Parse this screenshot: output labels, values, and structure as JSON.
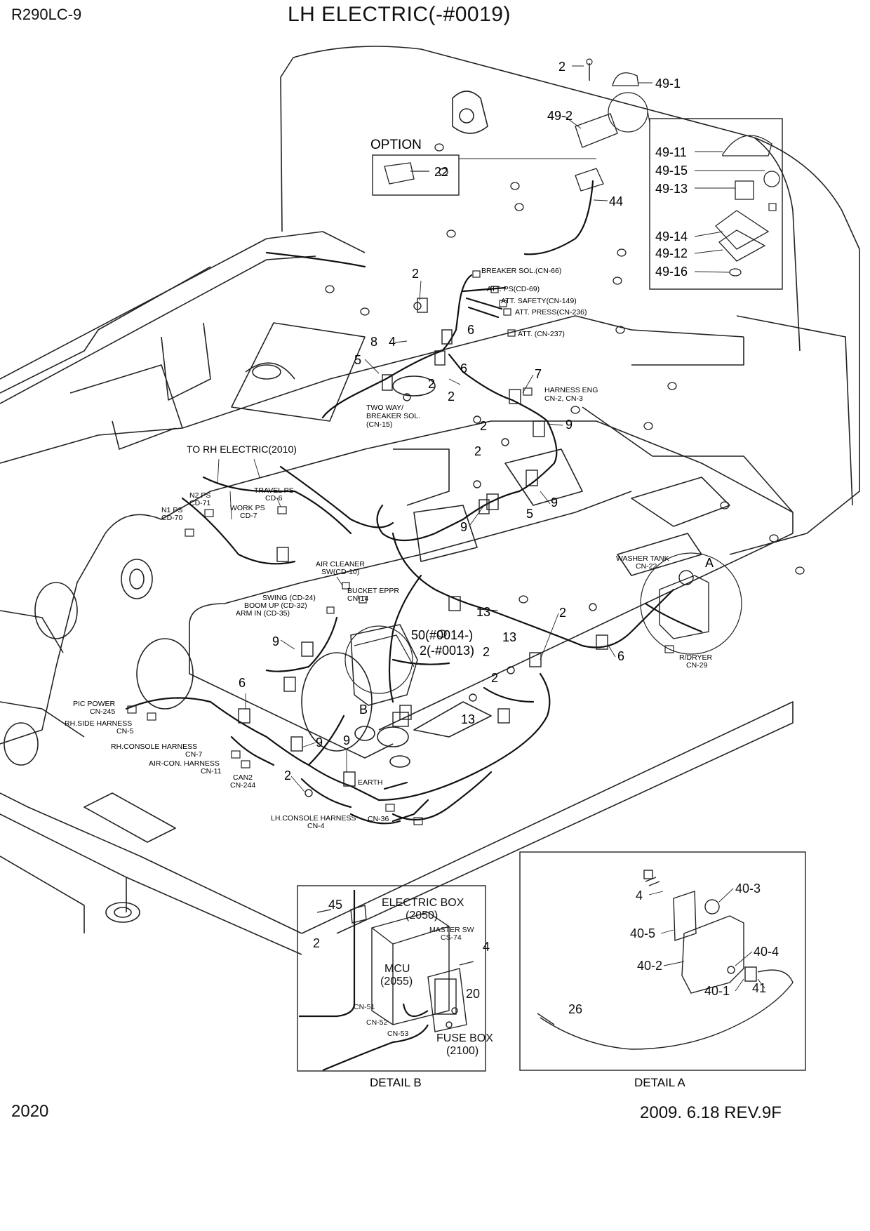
{
  "header": {
    "model": "R290LC-9",
    "title": "LH ELECTRIC(-#0019)"
  },
  "footer": {
    "page_number": "2020",
    "revision": "2009. 6.18  REV.9F"
  },
  "option_box": {
    "label": "OPTION",
    "part": "22"
  },
  "beacon_detail_parts": [
    "49-11",
    "49-15",
    "49-13",
    "49-14",
    "49-12",
    "49-16"
  ],
  "callouts": {
    "beacon_top": [
      "2",
      "49-1",
      "49-2",
      "44"
    ],
    "main": [
      "2",
      "8",
      "4",
      "5",
      "6",
      "6",
      "7",
      "2",
      "2",
      "9",
      "2",
      "2",
      "5",
      "9",
      "9",
      "13",
      "13",
      "2",
      "6",
      "2",
      "2",
      "13",
      "9",
      "6",
      "9",
      "9",
      "2",
      "B",
      "A"
    ],
    "version_note_1": "50(#0014-)",
    "version_note_2": "2(-#0013)"
  },
  "connectors": {
    "breaker_sol": "BREAKER SOL.(CN-66)",
    "att_ps": "ATT. PS(CD-69)",
    "att_safety": "ATT. SAFETY(CN-149)",
    "att_press": "ATT. PRESS(CN-236)",
    "att": "ATT. (CN-237)",
    "harness_eng_1": "HARNESS ENG",
    "harness_eng_2": "CN-2, CN-3",
    "two_way_1": "TWO WAY/",
    "two_way_2": "BREAKER SOL.",
    "two_way_3": "(CN-15)",
    "to_rh": "TO RH ELECTRIC(2010)",
    "n2ps_1": "N2 PS",
    "n2ps_2": "CD-71",
    "travel_1": "TRAVEL PS",
    "travel_2": "CD-6",
    "n1ps_1": "N1 PS",
    "n1ps_2": "CD-70",
    "work_1": "WORK PS",
    "work_2": "CD-7",
    "air_cleaner_1": "AIR CLEANER",
    "air_cleaner_2": "SW(CD-10)",
    "bucket_1": "BUCKET EPPR",
    "bucket_2": "CN-14",
    "swing": "SWING (CD-24)",
    "boom": "BOOM UP (CD-32)",
    "arm": "ARM IN (CD-35)",
    "washer_1": "WASHER TANK",
    "washer_2": "CN-22",
    "rdryer_1": "R/DRYER",
    "rdryer_2": "CN-29",
    "pic_1": "PIC POWER",
    "pic_2": "CN-245",
    "rhside_1": "RH.SIDE HARNESS",
    "rhside_2": "CN-5",
    "rhcon_1": "RH.CONSOLE HARNESS",
    "rhcon_2": "CN-7",
    "aircon_1": "AIR-CON. HARNESS",
    "aircon_2": "CN-11",
    "can2_1": "CAN2",
    "can2_2": "CN-244",
    "earth": "EARTH",
    "lhcon_1": "LH.CONSOLE HARNESS",
    "lhcon_2": "CN-4",
    "cn36": "CN-36"
  },
  "detail_b": {
    "caption": "DETAIL B",
    "electric_box_1": "ELECTRIC BOX",
    "electric_box_2": "(2050)",
    "master_sw_1": "MASTER SW",
    "master_sw_2": "CS-74",
    "mcu_1": "MCU",
    "mcu_2": "(2055)",
    "fuse_box_1": "FUSE BOX",
    "fuse_box_2": "(2100)",
    "cn51": "CN-51",
    "cn52": "CN-52",
    "cn53": "CN-53",
    "parts": [
      "45",
      "2",
      "4",
      "20"
    ]
  },
  "detail_a": {
    "caption": "DETAIL A",
    "parts": [
      "4",
      "40-3",
      "40-5",
      "40-2",
      "40-4",
      "40-1",
      "41",
      "26"
    ]
  }
}
